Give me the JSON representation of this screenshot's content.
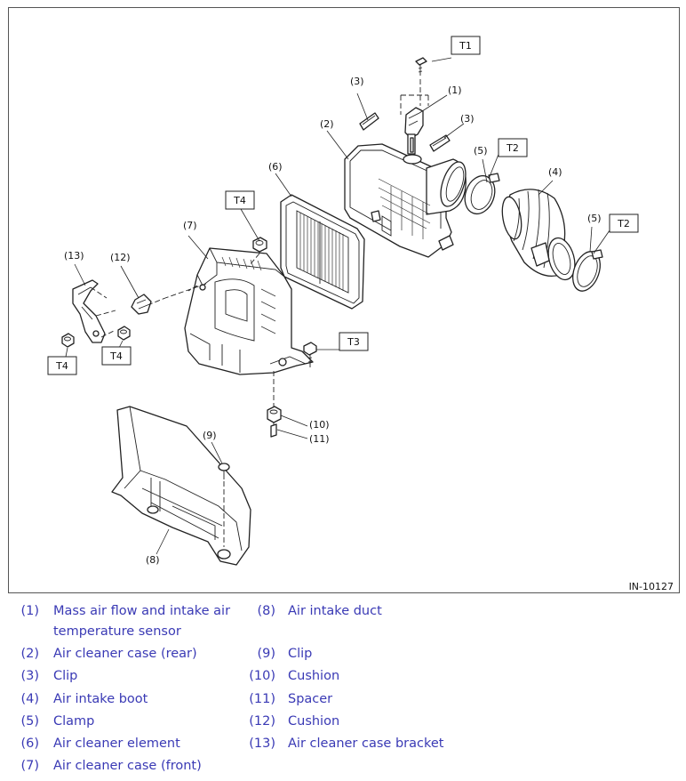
{
  "diagram": {
    "reference_code": "IN-10127",
    "callouts": {
      "c1": "(1)",
      "c2": "(2)",
      "c3a": "(3)",
      "c3b": "(3)",
      "c4": "(4)",
      "c5a": "(5)",
      "c5b": "(5)",
      "c6": "(6)",
      "c7": "(7)",
      "c8": "(8)",
      "c9": "(9)",
      "c10": "(10)",
      "c11": "(11)",
      "c12": "(12)",
      "c13": "(13)"
    },
    "torque_tags": {
      "t1": "T1",
      "t2a": "T2",
      "t2b": "T2",
      "t3": "T3",
      "t4a": "T4",
      "t4b": "T4",
      "t4c": "T4"
    }
  },
  "legend": {
    "left": [
      {
        "num": "(1)",
        "line1": "Mass air flow and intake air",
        "line2": "temperature sensor"
      },
      {
        "num": "(2)",
        "line1": "Air cleaner case (rear)"
      },
      {
        "num": "(3)",
        "line1": "Clip"
      },
      {
        "num": "(4)",
        "line1": "Air intake boot"
      },
      {
        "num": "(5)",
        "line1": "Clamp"
      },
      {
        "num": "(6)",
        "line1": "Air cleaner element"
      },
      {
        "num": "(7)",
        "line1": "Air cleaner case (front)"
      }
    ],
    "right": [
      {
        "num": "(8)",
        "line1": "Air intake duct"
      },
      {
        "num": "(9)",
        "line1": "Clip"
      },
      {
        "num": "(10)",
        "line1": "Cushion"
      },
      {
        "num": "(11)",
        "line1": "Spacer"
      },
      {
        "num": "(12)",
        "line1": "Cushion"
      },
      {
        "num": "(13)",
        "line1": "Air cleaner case bracket"
      }
    ]
  },
  "colors": {
    "legend_text": "#3a3ab5",
    "line": "#222222",
    "frame": "#555555"
  }
}
